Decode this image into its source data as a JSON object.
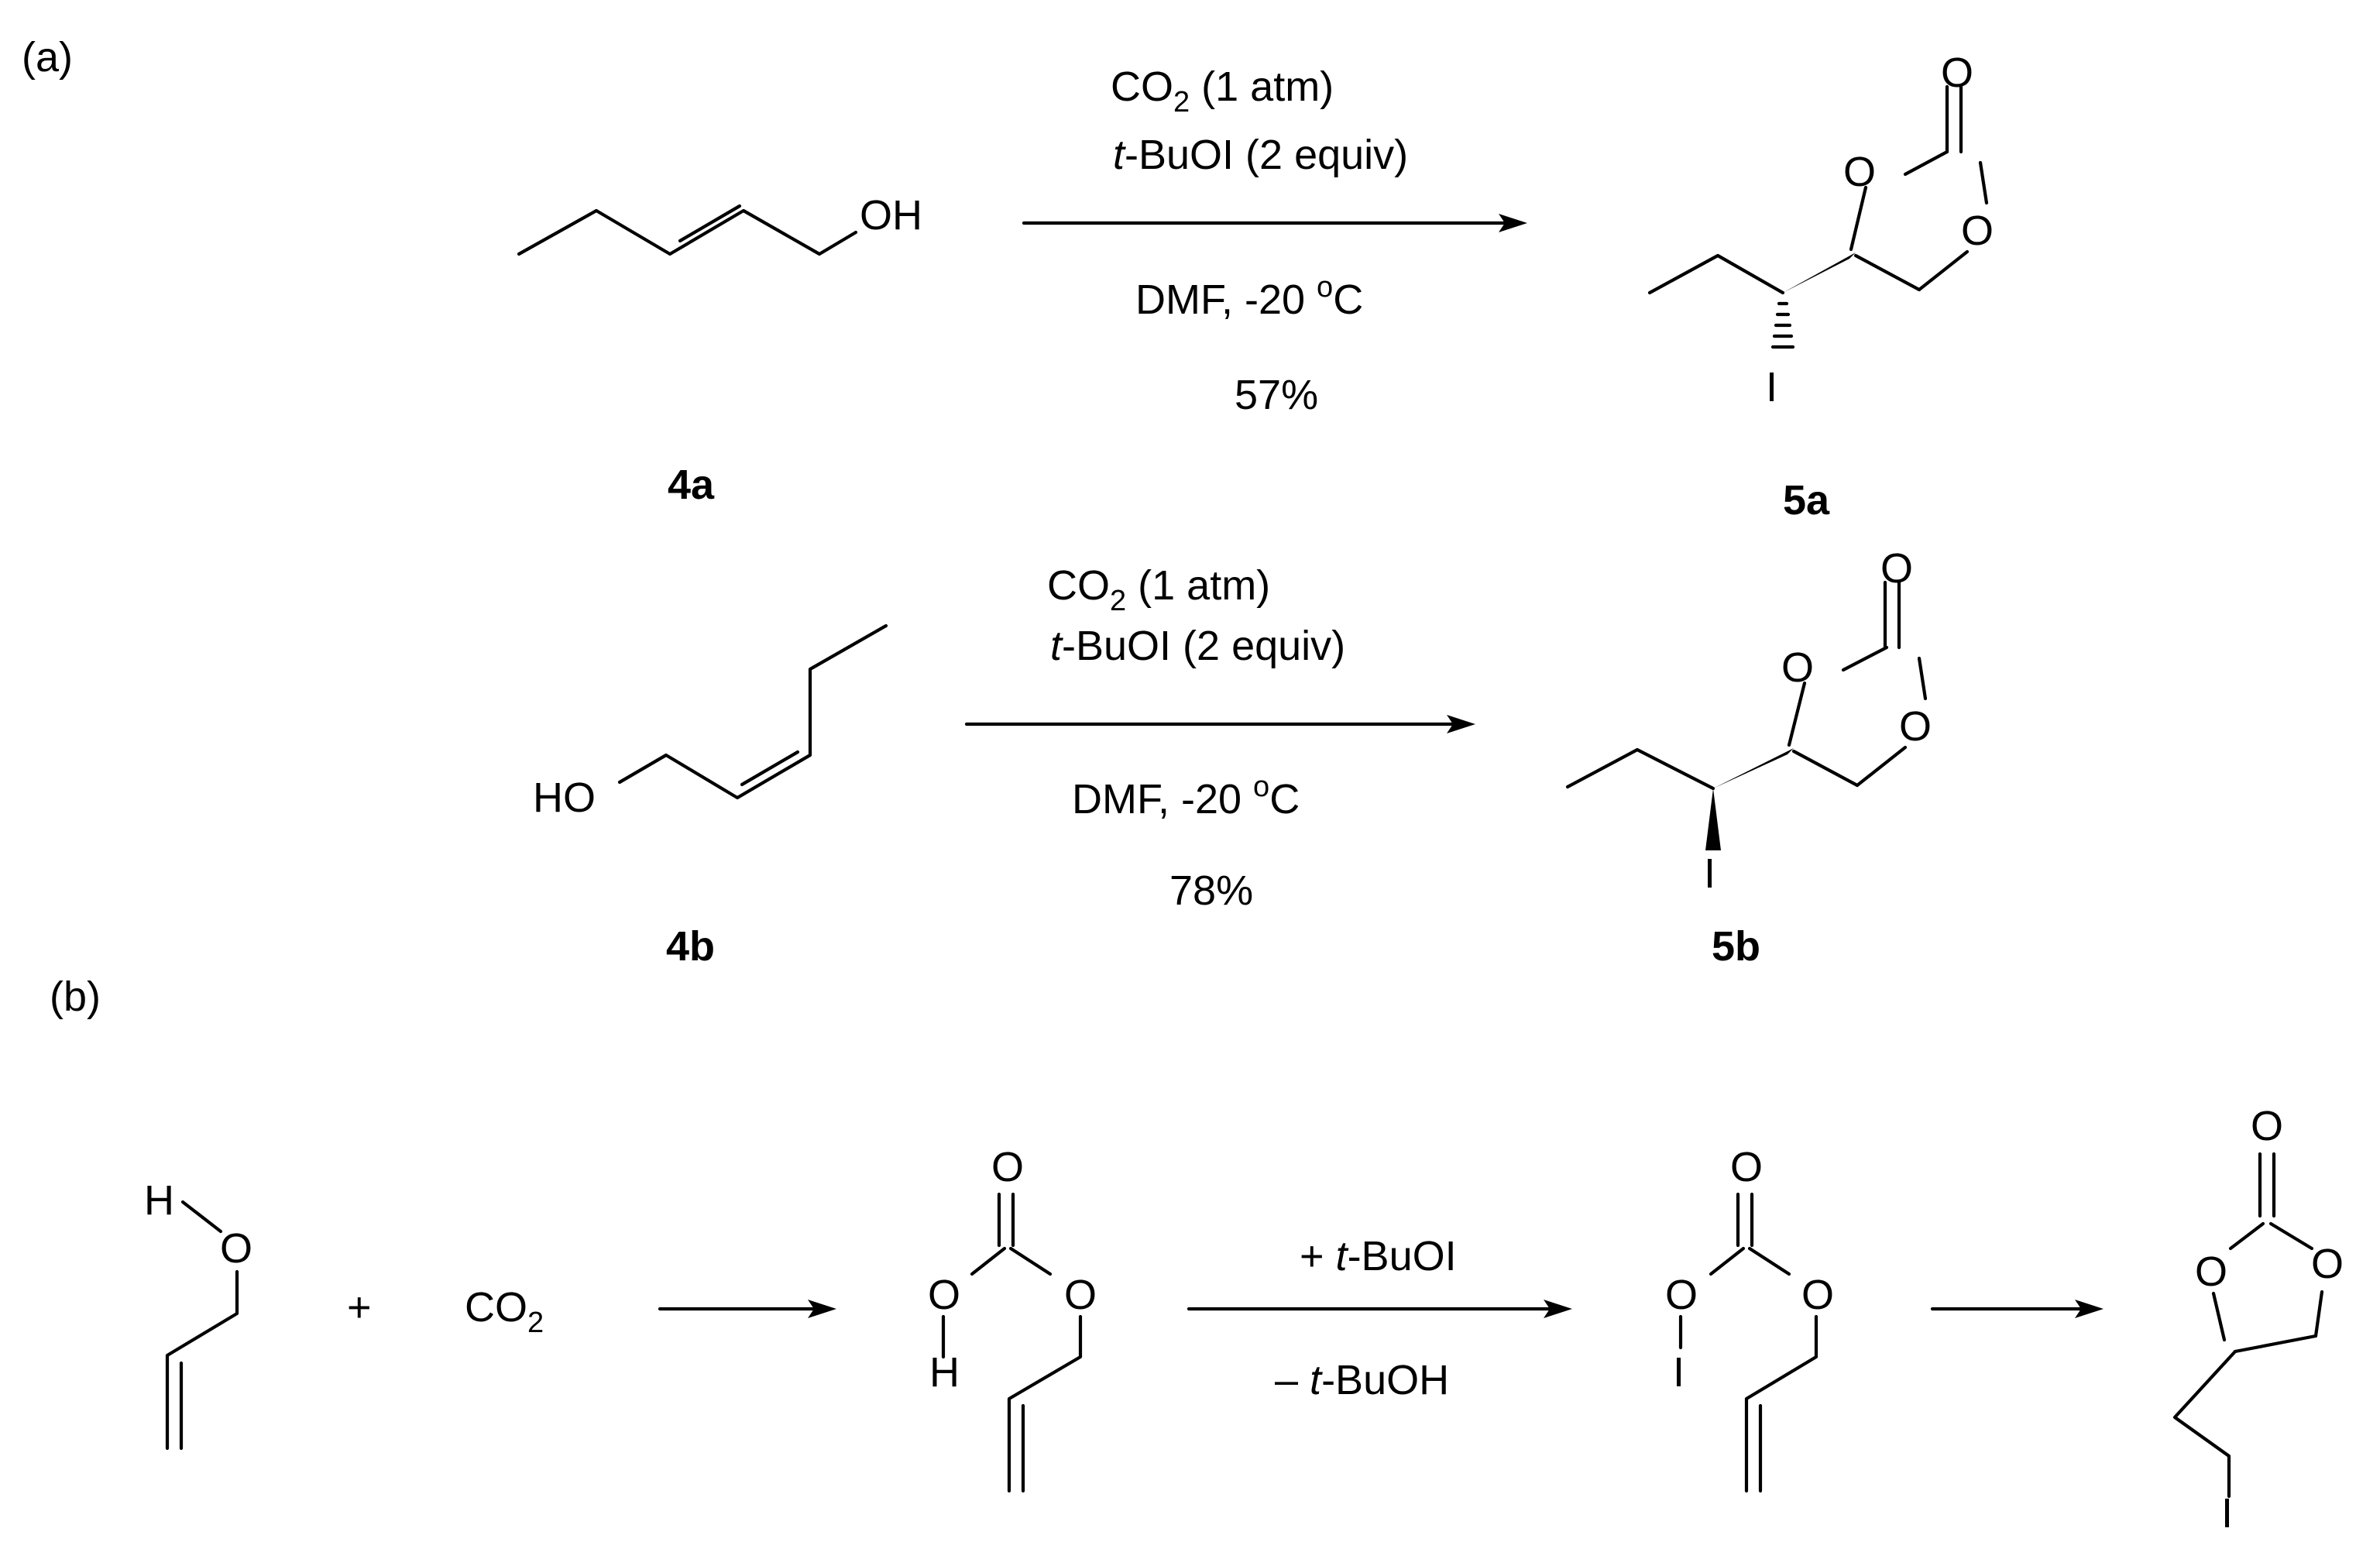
{
  "panel_labels": {
    "a": "(a)",
    "b": "(b)"
  },
  "reaction_a": {
    "reagent_co2_main": "CO",
    "reagent_co2_sub": "2",
    "reagent_co2_rest": " (1 atm)",
    "reagent_tbuoi_italic": "t",
    "reagent_tbuoi_rest": "-BuOI (2 equiv)",
    "solvent_temp": "DMF,  -20 ",
    "temp_sup": "o",
    "temp_unit": "C",
    "yield": "57%",
    "substrate_label": "4a",
    "product_label": "5a"
  },
  "reaction_b": {
    "reagent_co2_main": "CO",
    "reagent_co2_sub": "2",
    "reagent_co2_rest": " (1 atm)",
    "reagent_tbuoi_italic": "t",
    "reagent_tbuoi_rest": "-BuOI (2 equiv)",
    "solvent_temp": "DMF,  -20 ",
    "temp_sup": "o",
    "temp_unit": "C",
    "yield": "78%",
    "substrate_label": "4b",
    "product_label": "5b"
  },
  "mechanism": {
    "plus": "+",
    "co2_main": "CO",
    "co2_sub": "2",
    "step2_above_prefix": "+ ",
    "step2_above_italic": "t",
    "step2_above_rest": "-BuOI",
    "step2_below_prefix": "– ",
    "step2_below_italic": "t",
    "step2_below_rest": "-BuOH"
  },
  "atoms": {
    "OH": "OH",
    "HO": "HO",
    "O": "O",
    "H": "H",
    "I": "I"
  }
}
